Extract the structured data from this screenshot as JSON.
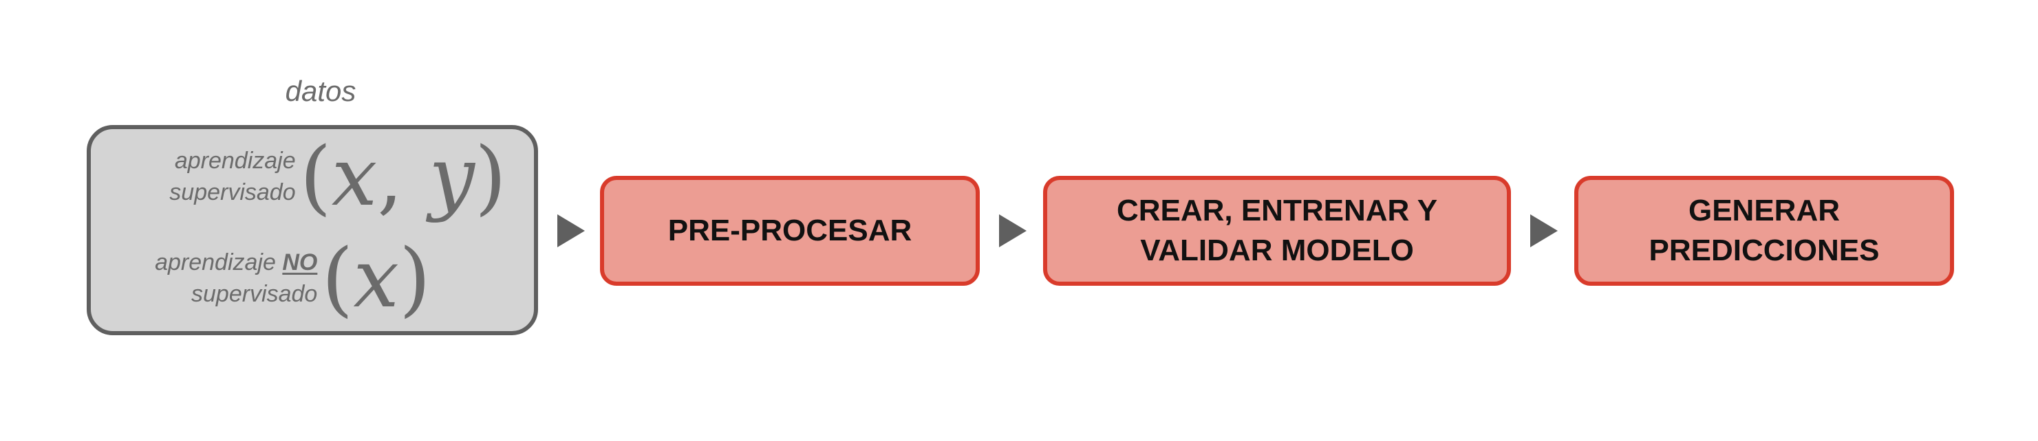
{
  "diagram": {
    "data_block": {
      "title": "datos",
      "supervised": {
        "label_line1": "aprendizaje",
        "label_line2": "supervisado",
        "formula_open": "(",
        "formula_x": "x",
        "formula_comma": ", ",
        "formula_y": "y",
        "formula_close": ")"
      },
      "unsupervised": {
        "label_prefix": "aprendizaje ",
        "label_no": "NO",
        "label_line2": "supervisado",
        "formula_open": "(",
        "formula_x": "x",
        "formula_close": ")"
      }
    },
    "steps": [
      {
        "line1": "PRE-PROCESAR"
      },
      {
        "line1": "CREAR, ENTRENAR Y",
        "line2": "VALIDAR MODELO"
      },
      {
        "line1": "GENERAR",
        "line2": "PREDICCIONES"
      }
    ],
    "colors": {
      "data_box_fill": "#d4d4d4",
      "data_box_border": "#5f5f5f",
      "step_fill": "#ec9d93",
      "step_border": "#d93b2b",
      "arrow": "#5f5f5f",
      "muted_text": "#6b6b6b"
    }
  }
}
